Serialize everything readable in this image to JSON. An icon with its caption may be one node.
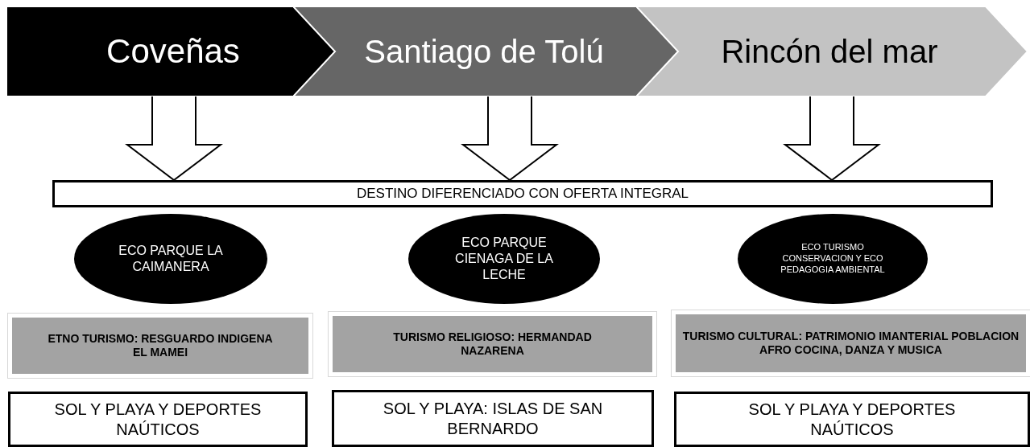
{
  "diagram": {
    "nodes": [
      {
        "text": [
          "Coveñas"
        ]
      },
      {
        "text": [
          "Santiago de Tolú"
        ]
      },
      {
        "text": [
          "Rincón del mar"
        ]
      },
      {
        "text": [
          "DESTINO DIFERENCIADO CON OFERTA INTEGRAL"
        ]
      },
      {
        "text": [
          "ECO PARQUE LA CAIMANERA"
        ]
      },
      {
        "text": [
          "ECO PARQUE CIENAGA DE LA LECHE"
        ]
      },
      {
        "text": [
          "ECO TURISMO CONSERVACION Y ECO PEDAGOGIA AMBIENTAL"
        ]
      },
      {
        "text": [
          "ETNO TURISMO: RESGUARDO INDIGENA EL MAMEI"
        ]
      },
      {
        "text": [
          "TURISMO RELIGIOSO: HERMANDAD NAZARENA"
        ]
      },
      {
        "text": [
          "TURISMO CULTURAL: PATRIMONIO IMANTERIAL POBLACION AFRO COCINA, DANZA Y MUSICA"
        ]
      },
      {
        "text": [
          "SOL Y PLAYA Y DEPORTES NAÚTICOS"
        ]
      },
      {
        "text": [
          "SOL Y PLAYA: ISLAS DE SAN BERNARDO"
        ]
      },
      {
        "text": [
          "SOL Y PLAYA Y DEPORTES NAÚTICOS"
        ]
      }
    ],
    "edges": [
      {
        "from": 0,
        "to": 3,
        "arrow": "to"
      },
      {
        "from": 1,
        "to": 3,
        "arrow": "to"
      },
      {
        "from": 2,
        "to": 3,
        "arrow": "to"
      }
    ]
  }
}
